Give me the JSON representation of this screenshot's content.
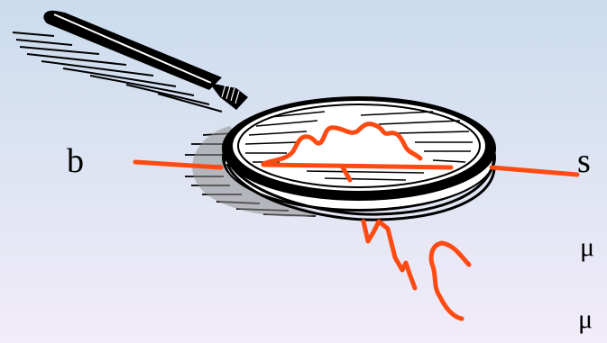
{
  "labels": {
    "b": "b",
    "s": "s",
    "mu1": "μ",
    "mu2": "μ"
  },
  "colors": {
    "quark_line": "#ff4a12",
    "ink": "#000000",
    "background_top": "#cadcee",
    "background_bottom": "#f2ecf9"
  },
  "icons": {
    "magnifier": "magnifying-glass-icon"
  }
}
